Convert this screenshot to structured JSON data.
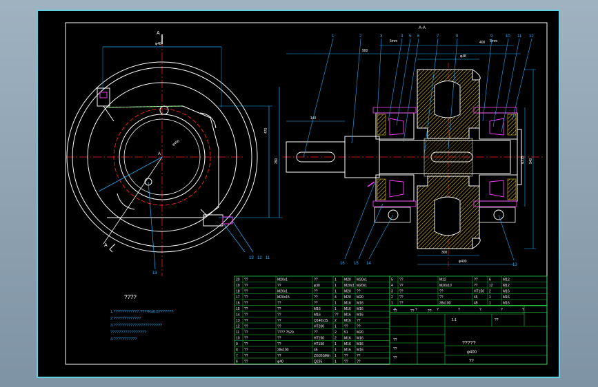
{
  "view_labels": {
    "section_mark_top": "A",
    "section_mark_bottom": "A",
    "center_mark": "A",
    "section_title": "A-A"
  },
  "dimensions": {
    "dim_top_left": "φ48",
    "dim_bolt_circle": "φ490",
    "dim_height_left": "470",
    "dim_height_left2": "390",
    "dim_shaft_len": "900",
    "dim_shaft_key": "140",
    "dim_hub": "φ48",
    "dim_span": "400",
    "dim_right_a": "940",
    "dim_right_b": "φ215",
    "dim_bottom_a": "300",
    "dim_bottom_b": "φ400",
    "dim_bearing_l": "5mm",
    "dim_bearing_r": "5mm"
  },
  "part_numbers": {
    "top": [
      "1",
      "2",
      "3",
      "4",
      "5",
      "6",
      "7",
      "8",
      "9",
      "10",
      "11",
      "12"
    ],
    "bottom_left": [
      "16",
      "15",
      "14"
    ],
    "bottom_right": "13",
    "left_view_bottom": [
      "13",
      "12",
      "11"
    ]
  },
  "notes": {
    "title": "????",
    "lines": [
      "1.????????????,????Ra0.8???????",
      "2.?????????????",
      "3.???????????????????????",
      "   ?????????????????",
      "4.???????????"
    ]
  },
  "bom": {
    "rows": [
      [
        "20",
        "??",
        "M20x1",
        "??",
        "1",
        "M20",
        "M20x1"
      ],
      [
        "19",
        "??",
        "??",
        "φ30",
        "1",
        "M20x1",
        "M20x1"
      ],
      [
        "18",
        "??",
        "M20x1",
        "??",
        "1",
        "M20",
        "??"
      ],
      [
        "17",
        "??",
        "M20x15",
        "??",
        "4",
        "M20",
        "M20"
      ],
      [
        "16",
        "??",
        "??",
        "??",
        "1",
        "M16",
        "M16"
      ],
      [
        "15",
        "??",
        "??",
        "M16",
        "1",
        "M16",
        "M16"
      ],
      [
        "14",
        "??",
        "??",
        "M16",
        "??",
        "M16",
        "M16"
      ],
      [
        "13",
        "??",
        "??",
        "Q140x15",
        "2",
        "M16",
        "??"
      ],
      [
        "12",
        "??",
        "??",
        "HT200",
        "1",
        "??",
        "??"
      ],
      [
        "11",
        "??",
        "???? ?520",
        "??",
        "2",
        "51",
        "M20"
      ],
      [
        "10",
        "??",
        "??",
        "HT150",
        "2",
        "M16",
        "M16"
      ],
      [
        "9",
        "??",
        "??",
        "HT150",
        "1",
        "M16",
        "M16"
      ],
      [
        "8",
        "??",
        "28x100",
        "45",
        "1",
        "M16",
        "M16"
      ],
      [
        "7",
        "??",
        "??",
        "ZG35SiMn",
        "1",
        "??",
        "??"
      ],
      [
        "6",
        "??",
        "φ40",
        "Q235",
        "1",
        "??",
        "??"
      ]
    ],
    "right_rows": [
      [
        "5",
        "??",
        "M12",
        "??",
        "6",
        "M12"
      ],
      [
        "4",
        "??",
        "M20x10",
        "??",
        "12",
        "M12"
      ],
      [
        "3",
        "??",
        "??",
        "HT150",
        "2",
        "M16"
      ],
      [
        "2",
        "??",
        "??",
        "45",
        "1",
        "M16"
      ],
      [
        "1",
        "??",
        "28x100",
        "45",
        "1",
        "M16"
      ]
    ],
    "mid_header": [
      "?",
      "?",
      "?",
      "?",
      "?",
      "?",
      "?"
    ]
  },
  "title_block": {
    "name": "?????",
    "spec": "φ400",
    "sheet": "??",
    "scale": "1:1",
    "labels": [
      "??",
      "??",
      "??",
      "??",
      "??",
      "??",
      "??"
    ]
  },
  "colors": {
    "sheet_border": "#5fd0e0",
    "outline": "#ffffff",
    "centerline": "#ff2020",
    "dimension": "#22b0ff",
    "leader": "#22b0ff",
    "table_line": "#20d040",
    "hatch": "#e8c020",
    "bolt": "#ff40ff",
    "text_yellow": "#ffff40",
    "text_green": "#40ff40"
  }
}
